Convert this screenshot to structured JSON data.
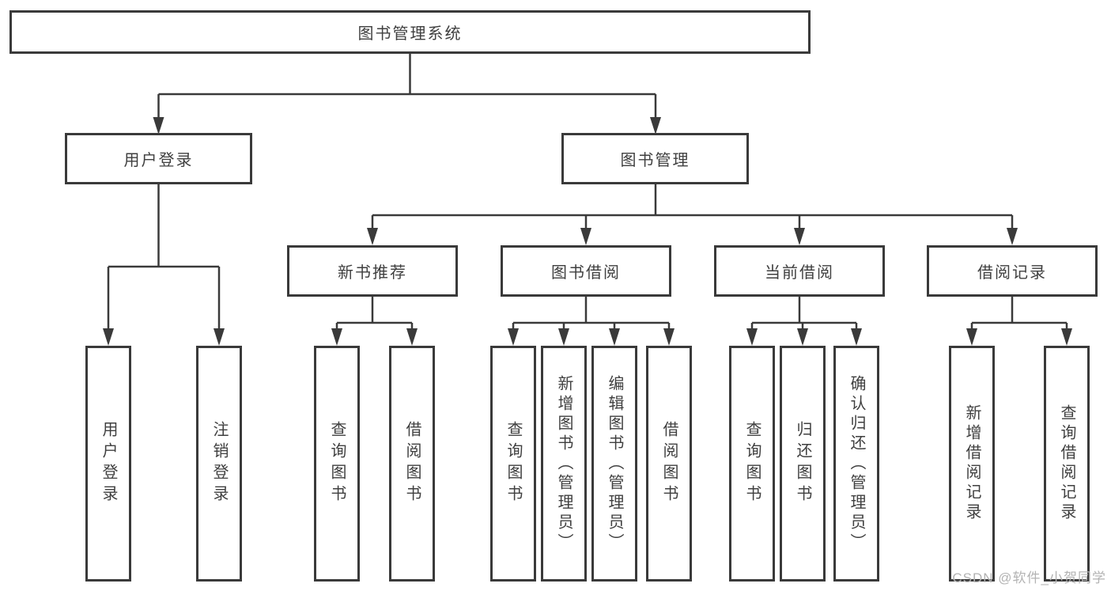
{
  "watermark": "CSDN @软件_小贺同学",
  "nodes": {
    "root": "图书管理系统",
    "user_login": "用户登录",
    "book_mgmt": "图书管理",
    "new_books": "新书推荐",
    "book_borrow": "图书借阅",
    "current_borrow": "当前借阅",
    "borrow_records": "借阅记录",
    "leaf_user_login": "用户登录",
    "leaf_logout": "注销登录",
    "leaf_nb_query": "查询图书",
    "leaf_nb_borrow": "借阅图书",
    "leaf_bb_query": "查询图书",
    "leaf_bb_add": "新增图书（管理员）",
    "leaf_bb_edit": "编辑图书（管理员）",
    "leaf_bb_borrow": "借阅图书",
    "leaf_cb_query": "查询图书",
    "leaf_cb_return": "归还图书",
    "leaf_cb_confirm": "确认归还（管理员）",
    "leaf_br_add": "新增借阅记录",
    "leaf_br_query": "查询借阅记录"
  },
  "edges": [
    [
      "root",
      "user_login"
    ],
    [
      "root",
      "book_mgmt"
    ],
    [
      "user_login",
      "leaf_user_login"
    ],
    [
      "user_login",
      "leaf_logout"
    ],
    [
      "book_mgmt",
      "new_books"
    ],
    [
      "book_mgmt",
      "book_borrow"
    ],
    [
      "book_mgmt",
      "current_borrow"
    ],
    [
      "book_mgmt",
      "borrow_records"
    ],
    [
      "new_books",
      "leaf_nb_query"
    ],
    [
      "new_books",
      "leaf_nb_borrow"
    ],
    [
      "book_borrow",
      "leaf_bb_query"
    ],
    [
      "book_borrow",
      "leaf_bb_add"
    ],
    [
      "book_borrow",
      "leaf_bb_edit"
    ],
    [
      "book_borrow",
      "leaf_bb_borrow"
    ],
    [
      "current_borrow",
      "leaf_cb_query"
    ],
    [
      "current_borrow",
      "leaf_cb_return"
    ],
    [
      "current_borrow",
      "leaf_cb_confirm"
    ],
    [
      "borrow_records",
      "leaf_br_add"
    ],
    [
      "borrow_records",
      "leaf_br_query"
    ]
  ]
}
